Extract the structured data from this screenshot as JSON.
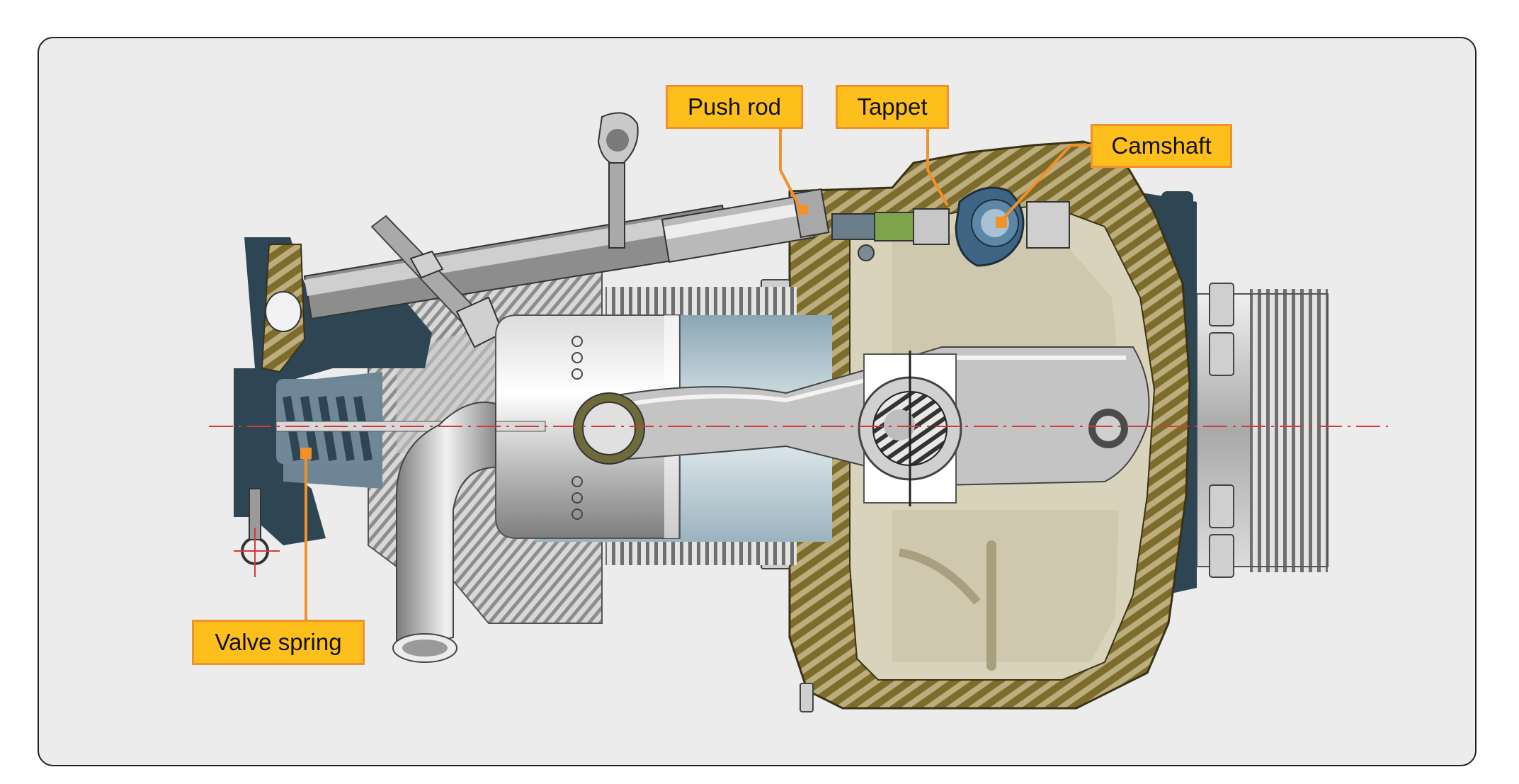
{
  "labels": {
    "push_rod": "Push rod",
    "tappet": "Tappet",
    "camshaft": "Camshaft",
    "valve_spring": "Valve spring"
  },
  "colors": {
    "callout_fill": "#fcbf1c",
    "callout_border": "#f2902a",
    "leader": "#f2902a",
    "crankcase": "#7d6c2c",
    "crankcase_stripe": "#c6b98a",
    "cylinder_fins": "#9a9a9a",
    "steel_dark": "#2e4654",
    "centerline": "#d43a3a",
    "background_panel": "#ececec"
  }
}
